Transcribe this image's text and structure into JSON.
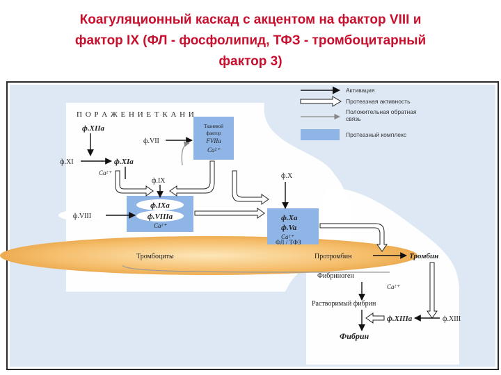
{
  "title": {
    "line1": "Коагуляционный каскад с акцентом на фактор VIII и",
    "line2": "фактор IX (ФЛ - фосфолипид, ТФЗ - тромбоцитарный",
    "line3": "фактор 3)"
  },
  "legend": {
    "activation": "Активация",
    "protease_activity": "Протеазная активность",
    "positive_feedback_l1": "Положительная обратная",
    "positive_feedback_l2": "связь",
    "protease_complex": "Протеазный комплекс"
  },
  "diagram": {
    "tissue_damage": "П О Р А Ж Е Н И Е   Т К А Н И",
    "f_xiia": "ф.XIIa",
    "f_vii": "ф.VII",
    "f_xi": "ф.XI",
    "f_xia": "ф.XIa",
    "ca1": "Ca²⁺",
    "tf_l1": "Тканевой",
    "tf_l2": "фактор",
    "tf_l3": "FVIIa",
    "tf_l4": "Ca²⁺",
    "f_ix": "ф.IX",
    "f_x": "ф.X",
    "f_ixa": "ф.IXa",
    "f_viiia": "ф.VIIIa",
    "ca2": "Ca²⁺",
    "f_viii": "ф.VIII",
    "f_xa": "ф.Xa",
    "f_va": "ф.Va",
    "ca3": "Ca²⁺",
    "fl_tf3": "ФЛ / ТФЗ",
    "platelets": "Тромбоциты",
    "prothrombin": "Протромбин",
    "thrombin": "Тромбин",
    "fibrinogen": "Фибриноген",
    "ca4": "Ca²⁺",
    "soluble_fibrin": "Растворимый фибрин",
    "f_xiiia": "ф.XIIIa",
    "f_xiii": "ф.XIII",
    "fibrin": "Фибрин"
  },
  "colors": {
    "title": "#c8102e",
    "panel_bg": "#dde8f4",
    "white_region": "#ffffff",
    "complex_fill": "#8fb4e6",
    "platelet_fill": "#f3b45a"
  }
}
